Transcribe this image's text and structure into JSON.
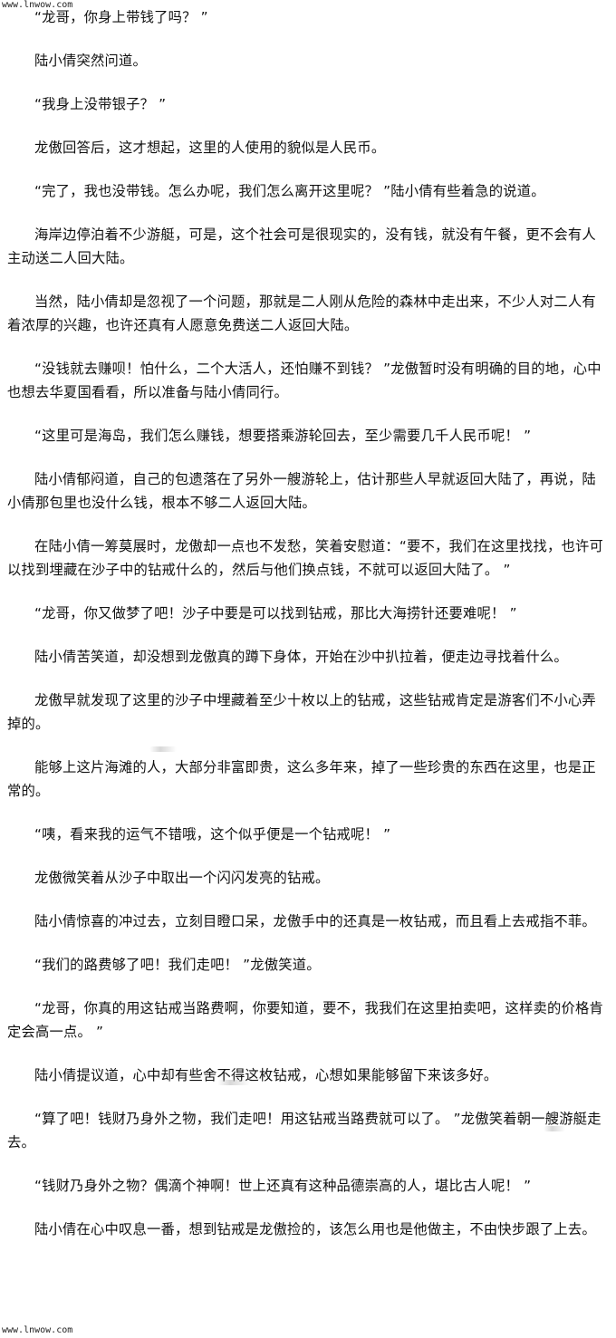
{
  "watermark": {
    "top": "www.lnwow.com",
    "bottom": "www.lnwow.com"
  },
  "paragraphs": [
    "“龙哥，你身上带钱了吗？ ”",
    "陆小倩突然问道。",
    "“我身上没带银子？ ”",
    "龙傲回答后，这才想起，这里的人使用的貌似是人民币。",
    "“完了，我也没带钱。怎么办呢，我们怎么离开这里呢？ ”陆小倩有些着急的说道。",
    "海岸边停泊着不少游艇，可是，这个社会可是很现实的，没有钱，就没有午餐，更不会有人主动送二人回大陆。",
    "当然，陆小倩却是忽视了一个问题，那就是二人刚从危险的森林中走出来，不少人对二人有着浓厚的兴趣，也许还真有人愿意免费送二人返回大陆。",
    "“没钱就去赚呗！怕什么，二个大活人，还怕赚不到钱？ ”龙傲暂时没有明确的目的地，心中也想去华夏国看看，所以准备与陆小倩同行。",
    "“这里可是海岛，我们怎么赚钱，想要搭乘游轮回去，至少需要几千人民币呢！ ”",
    "陆小倩郁闷道，自己的包遗落在了另外一艘游轮上，估计那些人早就返回大陆了，再说，陆小倩那包里也没什么钱，根本不够二人返回大陆。",
    "在陆小倩一筹莫展时，龙傲却一点也不发愁，笑着安慰道：“要不，我们在这里找找，也许可以找到埋藏在沙子中的钻戒什么的，然后与他们换点钱，不就可以返回大陆了。 ”",
    "“龙哥，你又做梦了吧！沙子中要是可以找到钻戒，那比大海捞针还要难呢！ ”",
    "陆小倩苦笑道，却没想到龙傲真的蹲下身体，开始在沙中扒拉着，便走边寻找着什么。",
    "龙傲早就发现了这里的沙子中埋藏着至少十枚以上的钻戒，这些钻戒肯定是游客们不小心弄掉的。",
    "能够上这片海滩的人，大部分非富即贵，这么多年来，掉了一些珍贵的东西在这里，也是正常的。",
    "“咦，看来我的运气不错哦，这个似乎便是一个钻戒呢！ ”",
    "龙傲微笑着从沙子中取出一个闪闪发亮的钻戒。",
    "陆小倩惊喜的冲过去，立刻目瞪口呆，龙傲手中的还真是一枚钻戒，而且看上去戒指不菲。",
    "“我们的路费够了吧！我们走吧！ ”龙傲笑道。",
    "“龙哥，你真的用这钻戒当路费啊，你要知道，要不，我我们在这里拍卖吧，这样卖的价格肯定会高一点。 ”",
    "陆小倩提议道，心中却有些舍不得这枚钻戒，心想如果能够留下来该多好。",
    "“算了吧！钱财乃身外之物，我们走吧！用这钻戒当路费就可以了。 ”龙傲笑着朝一艘游艇走去。",
    "“钱财乃身外之物？偶滴个神啊！世上还真有这种品德崇高的人，堪比古人呢！ ”",
    "陆小倩在心中叹息一番，想到钻戒是龙傲捡的，该怎么用也是他做主，不由快步跟了上去。"
  ]
}
